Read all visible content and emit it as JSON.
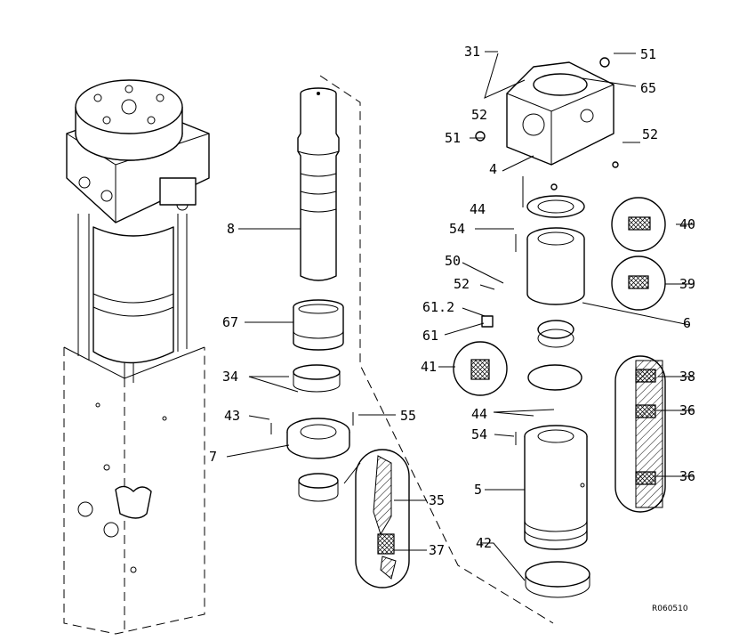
{
  "drawing_number": "R060510",
  "callouts": [
    {
      "id": "c31",
      "text": "31"
    },
    {
      "id": "c51a",
      "text": "51"
    },
    {
      "id": "c65",
      "text": "65"
    },
    {
      "id": "c52a",
      "text": "52"
    },
    {
      "id": "c51b",
      "text": "51"
    },
    {
      "id": "c52b",
      "text": "52"
    },
    {
      "id": "c4",
      "text": "4"
    },
    {
      "id": "c44a",
      "text": "44"
    },
    {
      "id": "c40",
      "text": "40"
    },
    {
      "id": "c8",
      "text": "8"
    },
    {
      "id": "c54a",
      "text": "54"
    },
    {
      "id": "c50",
      "text": "50"
    },
    {
      "id": "c52c",
      "text": "52"
    },
    {
      "id": "c39",
      "text": "39"
    },
    {
      "id": "c612",
      "text": "61.2"
    },
    {
      "id": "c67",
      "text": "67"
    },
    {
      "id": "c6",
      "text": "6"
    },
    {
      "id": "c61",
      "text": "61"
    },
    {
      "id": "c41",
      "text": "41"
    },
    {
      "id": "c38",
      "text": "38"
    },
    {
      "id": "c34",
      "text": "34"
    },
    {
      "id": "c44b",
      "text": "44"
    },
    {
      "id": "c36a",
      "text": "36"
    },
    {
      "id": "c43",
      "text": "43"
    },
    {
      "id": "c55",
      "text": "55"
    },
    {
      "id": "c54b",
      "text": "54"
    },
    {
      "id": "c7",
      "text": "7"
    },
    {
      "id": "c36b",
      "text": "36"
    },
    {
      "id": "c5",
      "text": "5"
    },
    {
      "id": "c35",
      "text": "35"
    },
    {
      "id": "c42",
      "text": "42"
    },
    {
      "id": "c37",
      "text": "37"
    }
  ]
}
